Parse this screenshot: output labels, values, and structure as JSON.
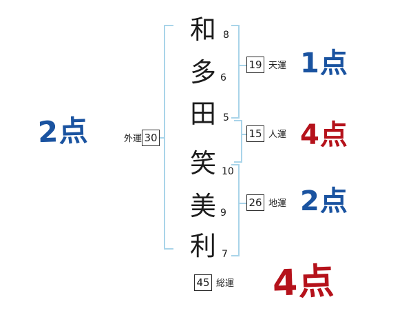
{
  "name_chart": {
    "characters": [
      {
        "char": "和",
        "strokes": "8"
      },
      {
        "char": "多",
        "strokes": "6"
      },
      {
        "char": "田",
        "strokes": "5"
      },
      {
        "char": "笑",
        "strokes": "10"
      },
      {
        "char": "美",
        "strokes": "9"
      },
      {
        "char": "利",
        "strokes": "7"
      }
    ],
    "fortunes": {
      "ten": {
        "label": "天運",
        "value": "19",
        "score": "1点"
      },
      "jin": {
        "label": "人運",
        "value": "15",
        "score": "4点"
      },
      "chi": {
        "label": "地運",
        "value": "26",
        "score": "2点"
      },
      "gai": {
        "label": "外運",
        "value": "30",
        "score": "2点"
      },
      "sou": {
        "label": "総運",
        "value": "45",
        "score": "4点"
      }
    },
    "colors": {
      "score_blue": "#1a53a0",
      "score_red": "#b5121b",
      "bracket_blue": "#a9d4e9"
    }
  }
}
